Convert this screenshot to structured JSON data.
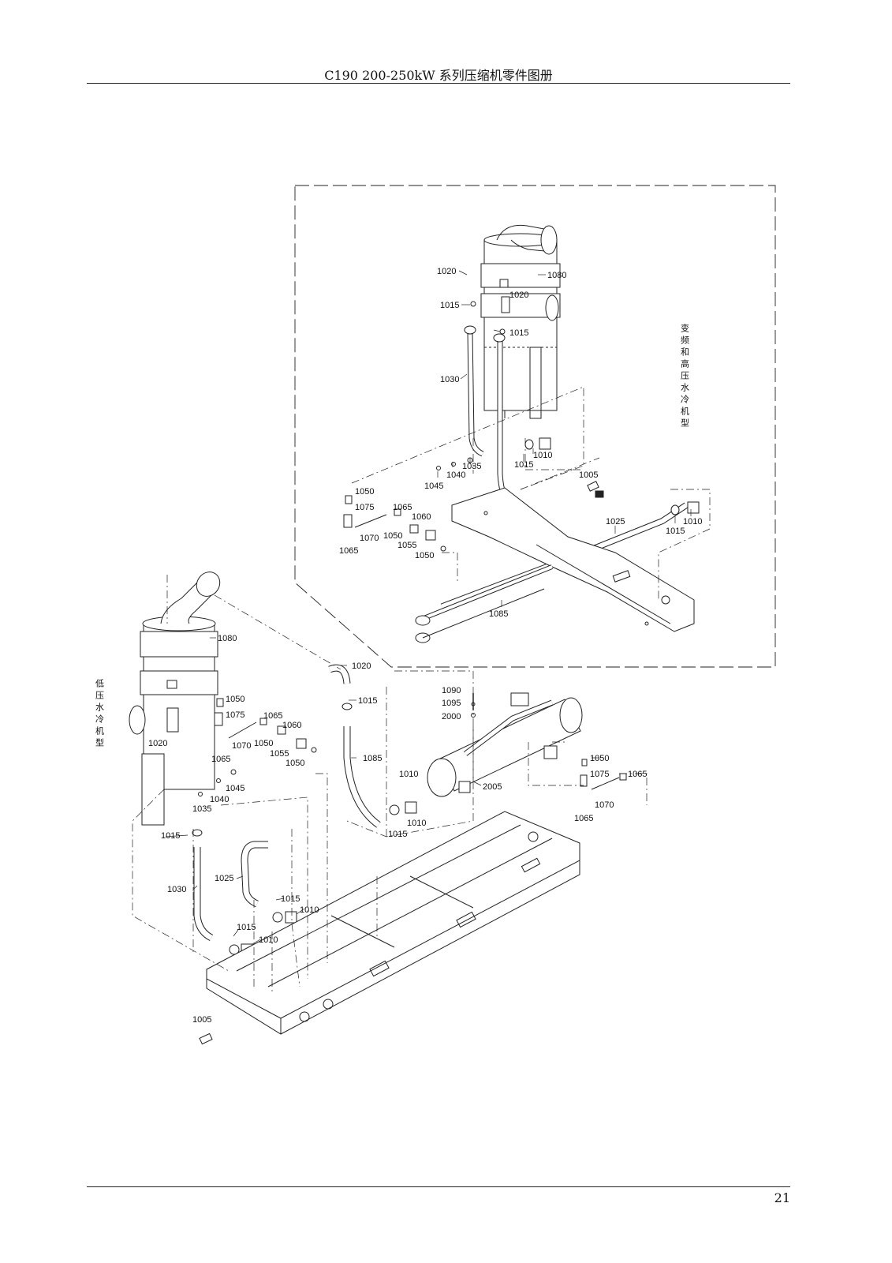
{
  "header": {
    "title": "C190 200-250kW 系列压缩机零件图册"
  },
  "footer": {
    "page_number": "21"
  },
  "variants": {
    "upper_right": "变频和高压水冷机型",
    "left": "低压水冷机型"
  },
  "callouts": {
    "u1020a": "1020",
    "u1080": "1080",
    "u1020b": "1020",
    "u1015a": "1015",
    "u1015b": "1015",
    "u1030": "1030",
    "u1035": "1035",
    "u1040": "1040",
    "u1045": "1045",
    "u1015c": "1015",
    "u1010a": "1010",
    "u1005": "1005",
    "u1050a": "1050",
    "u1075": "1075",
    "u1065a": "1065",
    "u1060": "1060",
    "u1070": "1070",
    "u1050b": "1050",
    "u1055": "1055",
    "u1050c": "1050",
    "u1065b": "1065",
    "u1025": "1025",
    "u1015d": "1015",
    "u1010b": "1010",
    "u1085": "1085",
    "l1080": "1080",
    "l1020a": "1020",
    "l1015a": "1015",
    "l1050a": "1050",
    "l1075": "1075",
    "l1065a": "1065",
    "l1060": "1060",
    "l1070": "1070",
    "l1050b": "1050",
    "l1055": "1055",
    "l1050c": "1050",
    "l1065b": "1065",
    "l1020b": "1020",
    "l1045": "1045",
    "l1040": "1040",
    "l1035": "1035",
    "l1085": "1085",
    "l1010a": "1010",
    "l1015b": "1015",
    "l1010b": "1010",
    "l1015c": "1015",
    "l1030": "1030",
    "l1025": "1025",
    "l1015d": "1015",
    "l1010c": "1010",
    "l1015e": "1015",
    "l1010d": "1010",
    "l1005": "1005",
    "c1090": "1090",
    "c1095": "1095",
    "c2000": "2000",
    "c2005": "2005",
    "r1050": "1050",
    "r1075": "1075",
    "r1065a": "1065",
    "r1070": "1070",
    "r1065b": "1065"
  }
}
